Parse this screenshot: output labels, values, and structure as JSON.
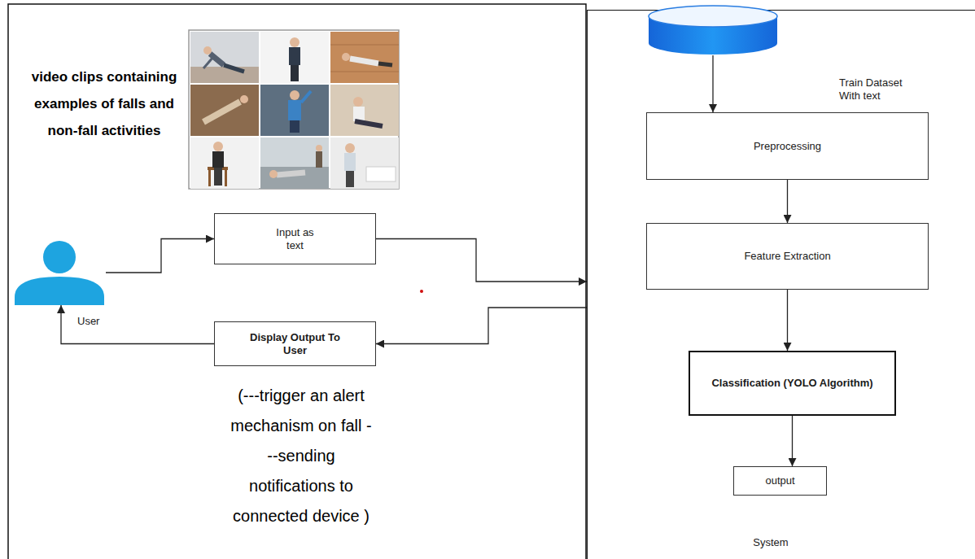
{
  "diagram": {
    "nodes": [
      {
        "text": [
          "User"
        ]
      },
      {
        "text": [
          "Input as text"
        ]
      },
      {
        "text": [
          "Display Output To User"
        ]
      },
      {
        "text": [
          "System"
        ]
      },
      {
        "text": [
          "Train Dataset With text"
        ],
        "in": 3
      },
      {
        "text": [
          "Preprocessing"
        ],
        "in": 3
      },
      {
        "text": [
          "Feature Extraction"
        ],
        "in": 3
      },
      {
        "text": [
          "Classification (YOLO Algorithm)"
        ],
        "in": 3
      },
      {
        "text": [
          "output"
        ],
        "in": 3
      }
    ],
    "edges": [
      {
        "from": 0,
        "to": 1,
        "arrow": "to"
      },
      {
        "from": 1,
        "to": 3,
        "arrow": "to"
      },
      {
        "from": 3,
        "to": 2,
        "arrow": "to"
      },
      {
        "from": 2,
        "to": 0,
        "arrow": "to"
      },
      {
        "from": 4,
        "to": 5,
        "arrow": "to"
      },
      {
        "from": 5,
        "to": 6,
        "arrow": "to"
      },
      {
        "from": 6,
        "to": 7,
        "arrow": "to"
      },
      {
        "from": 7,
        "to": 8,
        "arrow": "to"
      }
    ],
    "labels": [
      "video clips containing examples of falls and non-fall activities",
      "(---trigger an alert mechanism on fall ---sending notifications to connected device )"
    ]
  }
}
